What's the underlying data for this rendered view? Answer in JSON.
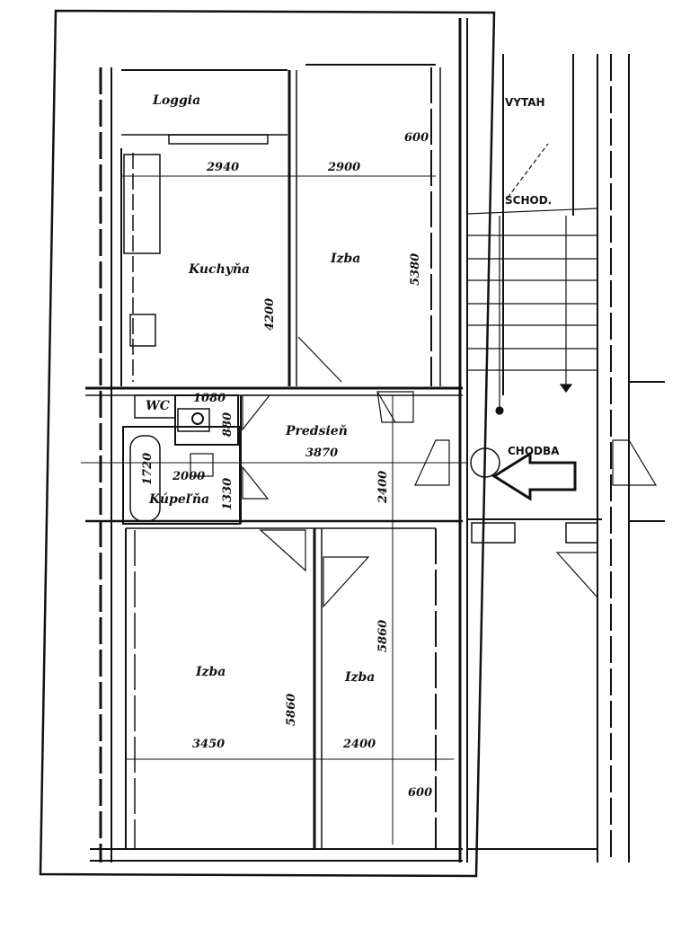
{
  "rooms": {
    "loggia": "Loggia",
    "kitchen": "Kuchyňa",
    "room_top": "Izba",
    "wc": "WC",
    "hall": "Predsieň",
    "bathroom": "Kúpeľňa",
    "room_bottom_left": "Izba",
    "room_bottom_right": "Izba"
  },
  "common_areas": {
    "elevator": "VYTAH",
    "stairs": "SCHOD.",
    "corridor": "CHODBA"
  },
  "dimensions": {
    "loggia_depth": "600",
    "kitchen_width": "2940",
    "room_top_width": "2900",
    "room_top_length": "5380",
    "kitchen_length": "4200",
    "wc_width": "1080",
    "wc_length": "880",
    "hall_width": "3870",
    "hall_length": "2400",
    "bath_width": "1720",
    "bath_length": "2000",
    "bath_door": "1330",
    "room_bl_length": "5860",
    "room_br_length": "5860",
    "room_bl_width": "3450",
    "room_br_width": "2400",
    "window_depth_bottom": "600"
  }
}
